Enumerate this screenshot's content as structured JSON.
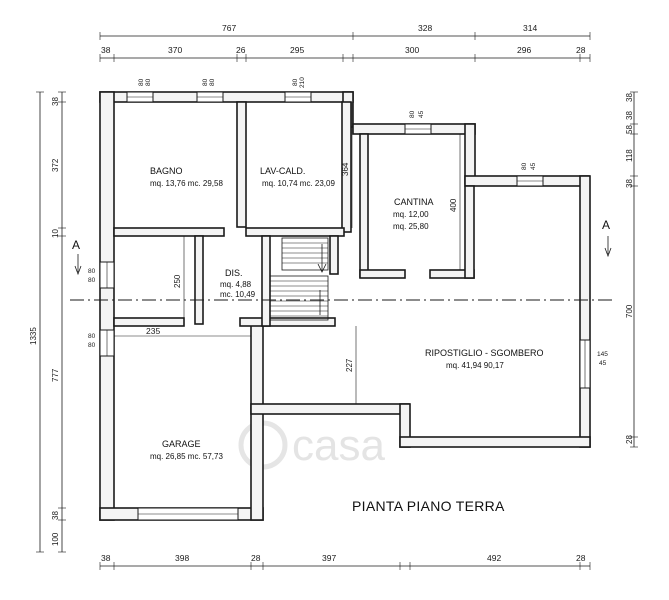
{
  "title": "PIANTA PIANO TERRA",
  "section_mark": "A",
  "watermark": "casa",
  "dimensions": {
    "top_overall": [
      "767",
      "328",
      "314"
    ],
    "top_detail": [
      "38",
      "370",
      "26",
      "295",
      "300",
      "296",
      "28"
    ],
    "bottom": [
      "38",
      "398",
      "28",
      "397",
      "492",
      "28"
    ],
    "left_outer": [
      "1335"
    ],
    "left_inner": [
      "38",
      "372",
      "10",
      "777",
      "38",
      "100"
    ],
    "right_outer": [
      "38",
      "118",
      "38",
      "700",
      "28"
    ],
    "right_inner": [
      "38",
      "58"
    ],
    "left_wall_openings": [
      "80",
      "80",
      "80",
      "80"
    ],
    "window_marks": [
      "80",
      "80",
      "80",
      "80",
      "80",
      "210",
      "80",
      "45",
      "80",
      "45"
    ],
    "right_window": [
      "145",
      "45"
    ]
  },
  "interior_dimensions": [
    "364",
    "400",
    "250",
    "235",
    "227"
  ],
  "rooms": [
    {
      "name": "BAGNO",
      "area": "mq. 13,76  mc. 29,58"
    },
    {
      "name": "LAV-CALD.",
      "area": "mq. 10,74 mc. 23,09"
    },
    {
      "name": "CANTINA",
      "area1": "mq. 12,00",
      "area2": "mq. 25,80"
    },
    {
      "name": "DIS.",
      "area1": "mq. 4,88",
      "area2": "mc. 10,49"
    },
    {
      "name": "RIPOSTIGLIO - SGOMBERO",
      "area": "mq. 41,94  90,17"
    },
    {
      "name": "GARAGE",
      "area": "mq. 26,85  mc. 57,73"
    }
  ]
}
